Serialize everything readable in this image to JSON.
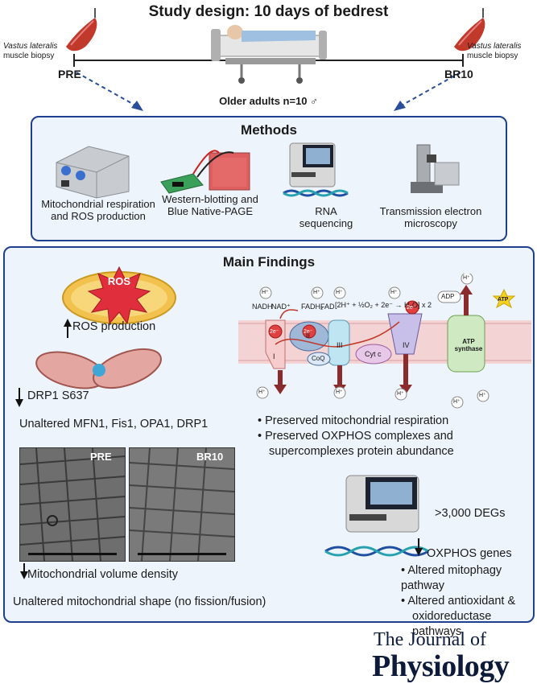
{
  "title": "Study design: 10 days of bedrest",
  "design": {
    "left_muscle": "Vastus lateralis",
    "left_biopsy": "muscle biopsy",
    "right_muscle": "Vastus lateralis",
    "right_biopsy": "muscle biopsy",
    "pre": "PRE",
    "br10": "BR10",
    "subjects": "Older adults n=10 ♂"
  },
  "methods": {
    "title": "Methods",
    "items": [
      {
        "label": "Mitochondrial respiration and ROS production",
        "icon": "respirometer-icon"
      },
      {
        "label": "Western-blotting and Blue Native-PAGE",
        "icon": "western-blot-icon"
      },
      {
        "label": "RNA sequencing",
        "icon": "sequencer-icon"
      },
      {
        "label": "Transmission electron microscopy",
        "icon": "microscope-icon"
      }
    ]
  },
  "findings": {
    "title": "Main Findings",
    "ros_label": "ROS",
    "ros_production": "ROS production",
    "drp1": "DRP1 S637",
    "unaltered_dynamics": "Unaltered MFN1, Fis1, OPA1, DRP1",
    "em_pre": "PRE",
    "em_br10": "BR10",
    "volume_density": "Mitochondrial volume density",
    "shape": "Unaltered mitochondrial shape (no fission/fusion)",
    "etc_bullets": [
      "Preserved mitochondrial respiration",
      "Preserved OXPHOS complexes and supercomplexes protein abundance"
    ],
    "degs": ">3,000 DEGs",
    "oxphos_genes": "OXPHOS genes",
    "pathway_bullets": [
      "Altered mitophagy pathway",
      "Altered antioxidant & oxidoreductase pathways"
    ],
    "etc": {
      "h": "H⁺",
      "nadh": "NADH",
      "nad": "NAD⁺",
      "fadh": "FADH₂",
      "fad": "FAD",
      "e": "2e⁻",
      "reaction": "[2H⁺ + ½O₂ + 2e⁻ → H₂O] x 2",
      "c1": "I",
      "c2": "II",
      "c3": "III",
      "c4": "IV",
      "coq": "CoQ",
      "cytc": "Cyt c",
      "adp": "ADP",
      "atp": "ATP",
      "atp_synthase": "ATP synthase"
    }
  },
  "journal": {
    "line1": "The Journal of",
    "line2": "Physiology"
  },
  "colors": {
    "panel_border": "#1f3f8f",
    "panel_fill": "#eef4fb",
    "arrow": "#2a4f9a",
    "muscle": "#c0392b",
    "membrane": "#e8b8b8"
  }
}
